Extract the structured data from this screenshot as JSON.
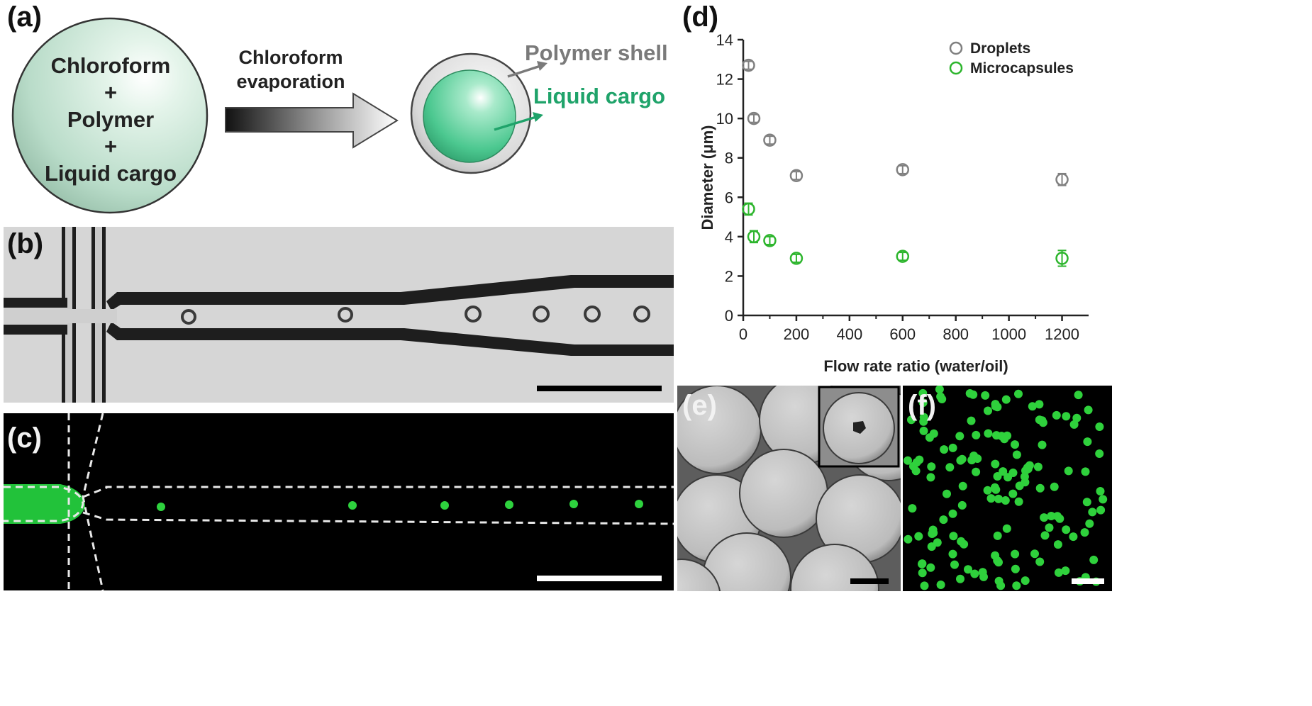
{
  "panel_a": {
    "label": "(a)",
    "droplet_lines": [
      "Chloroform",
      "+",
      "Polymer",
      "+",
      "Liquid cargo"
    ],
    "arrow_label_1": "Chloroform",
    "arrow_label_2": "evaporation",
    "shell_label": "Polymer shell",
    "cargo_label": "Liquid cargo",
    "colors": {
      "droplet": "#cfe9dc",
      "cargo": "#49c98e",
      "shell": "#d6d6d6",
      "shell_text": "#7a7a7a",
      "cargo_text": "#1fa36a"
    }
  },
  "panel_b": {
    "label": "(b)",
    "description_icon": "microfluidic-channel-bright-field"
  },
  "panel_c": {
    "label": "(c)",
    "description_icon": "microfluidic-channel-fluorescence"
  },
  "panel_e": {
    "label": "(e)",
    "description_icon": "sem-microcapsules"
  },
  "panel_f": {
    "label": "(f)",
    "description_icon": "fluorescent-microcapsules"
  },
  "panel_d": {
    "label": "(d)"
  },
  "chart_data": {
    "type": "scatter",
    "xlabel": "Flow rate ratio (water/oil)",
    "ylabel": "Diameter (μm)",
    "xlim": [
      0,
      1300
    ],
    "ylim": [
      0,
      14
    ],
    "xticks": [
      0,
      200,
      400,
      600,
      800,
      1000,
      1200
    ],
    "yticks": [
      0,
      2,
      4,
      6,
      8,
      10,
      12,
      14
    ],
    "legend_position": "top-right",
    "grid": false,
    "series": [
      {
        "name": "Droplets",
        "color": "#808080",
        "x": [
          20,
          40,
          100,
          200,
          600,
          1200
        ],
        "y": [
          12.7,
          10.0,
          8.9,
          7.1,
          7.4,
          6.9
        ],
        "err": [
          0.2,
          0.2,
          0.2,
          0.2,
          0.2,
          0.3
        ]
      },
      {
        "name": "Microcapsules",
        "color": "#2db52d",
        "x": [
          20,
          40,
          100,
          200,
          600,
          1200
        ],
        "y": [
          5.4,
          4.0,
          3.8,
          2.9,
          3.0,
          2.9
        ],
        "err": [
          0.3,
          0.3,
          0.2,
          0.2,
          0.2,
          0.4
        ]
      }
    ]
  }
}
